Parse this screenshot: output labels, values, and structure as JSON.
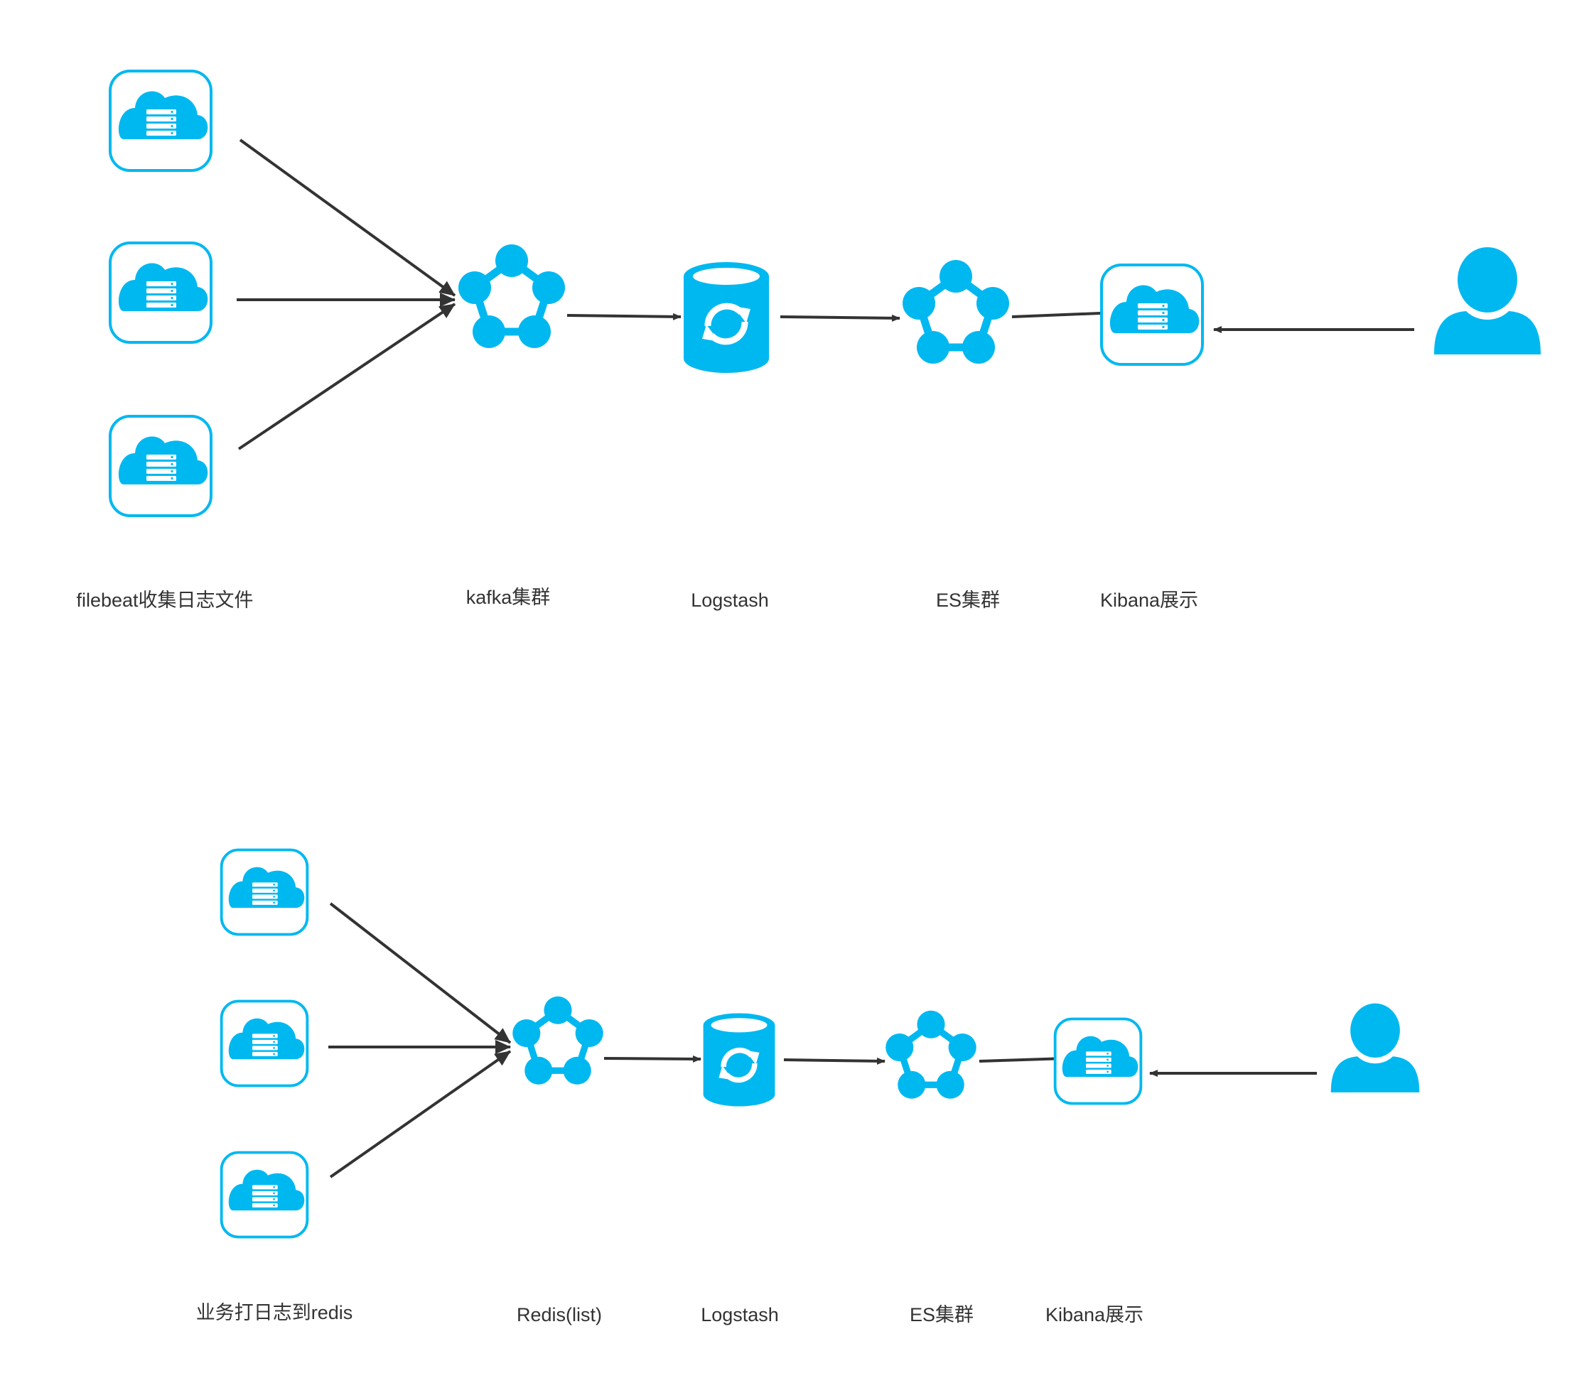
{
  "colors": {
    "accent": "#00b8f0",
    "line": "#333333",
    "text": "#333333",
    "background": "#ffffff"
  },
  "diagrams": [
    {
      "labels": {
        "sources": "filebeat收集日志文件",
        "queue": "kafka集群",
        "logstash": "Logstash",
        "es": "ES集群",
        "kibana": "Kibana展示"
      },
      "icons": {
        "sources": [
          "cloud-server-icon",
          "cloud-server-icon",
          "cloud-server-icon"
        ],
        "queue": "cluster-icon",
        "logstash": "database-sync-icon",
        "es": "cluster-icon",
        "kibana": "cloud-server-icon",
        "user": "user-icon"
      },
      "flow": [
        "sources",
        "queue",
        "logstash",
        "es",
        "kibana",
        "user"
      ]
    },
    {
      "labels": {
        "sources": "业务打日志到redis",
        "queue": "Redis(list)",
        "logstash": "Logstash",
        "es": "ES集群",
        "kibana": "Kibana展示"
      },
      "icons": {
        "sources": [
          "cloud-server-icon",
          "cloud-server-icon",
          "cloud-server-icon"
        ],
        "queue": "cluster-icon",
        "logstash": "database-sync-icon",
        "es": "cluster-icon",
        "kibana": "cloud-server-icon",
        "user": "user-icon"
      },
      "flow": [
        "sources",
        "queue",
        "logstash",
        "es",
        "kibana",
        "user"
      ]
    }
  ]
}
